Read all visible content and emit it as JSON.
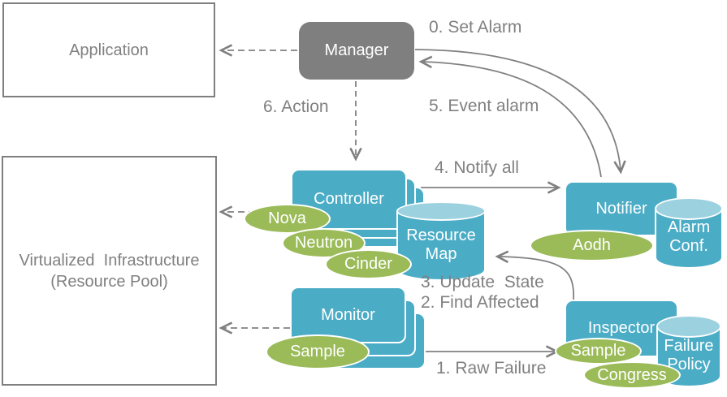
{
  "colors": {
    "blue": "#4BACC6",
    "green": "#9BBB59",
    "gray": "#7F7F7F",
    "cylinder_top": "#9CD1E0",
    "annotation_text": "#808080",
    "node_text": "#FFFFFF"
  },
  "frames": {
    "application": {
      "label": "Application"
    },
    "virtualized_infrastructure": {
      "line1": "Virtualized  Infrastructure",
      "line2": "(Resource Pool)"
    }
  },
  "nodes": {
    "manager": {
      "label": "Manager"
    },
    "controller": {
      "label": "Controller"
    },
    "monitor": {
      "label": "Monitor"
    },
    "notifier": {
      "label": "Notifier"
    },
    "inspector": {
      "label": "Inspector"
    }
  },
  "cylinders": {
    "resource_map": {
      "line1": "Resource",
      "line2": "Map"
    },
    "alarm_conf": {
      "line1": "Alarm",
      "line2": "Conf."
    },
    "failure_policy": {
      "line1": "Failure",
      "line2": "Policy"
    }
  },
  "ellipses": {
    "nova": {
      "label": "Nova"
    },
    "neutron": {
      "label": "Neutron"
    },
    "cinder": {
      "label": "Cinder"
    },
    "sample_monitor": {
      "label": "Sample"
    },
    "aodh": {
      "label": "Aodh"
    },
    "sample_inspector": {
      "label": "Sample"
    },
    "congress": {
      "label": "Congress"
    }
  },
  "annotations": {
    "set_alarm": "0. Set Alarm",
    "event_alarm": "5. Event alarm",
    "action": "6. Action",
    "notify_all": "4. Notify all",
    "update_state": "3. Update  State",
    "find_affected": "2. Find Affected",
    "raw_failure": "1. Raw Failure"
  }
}
